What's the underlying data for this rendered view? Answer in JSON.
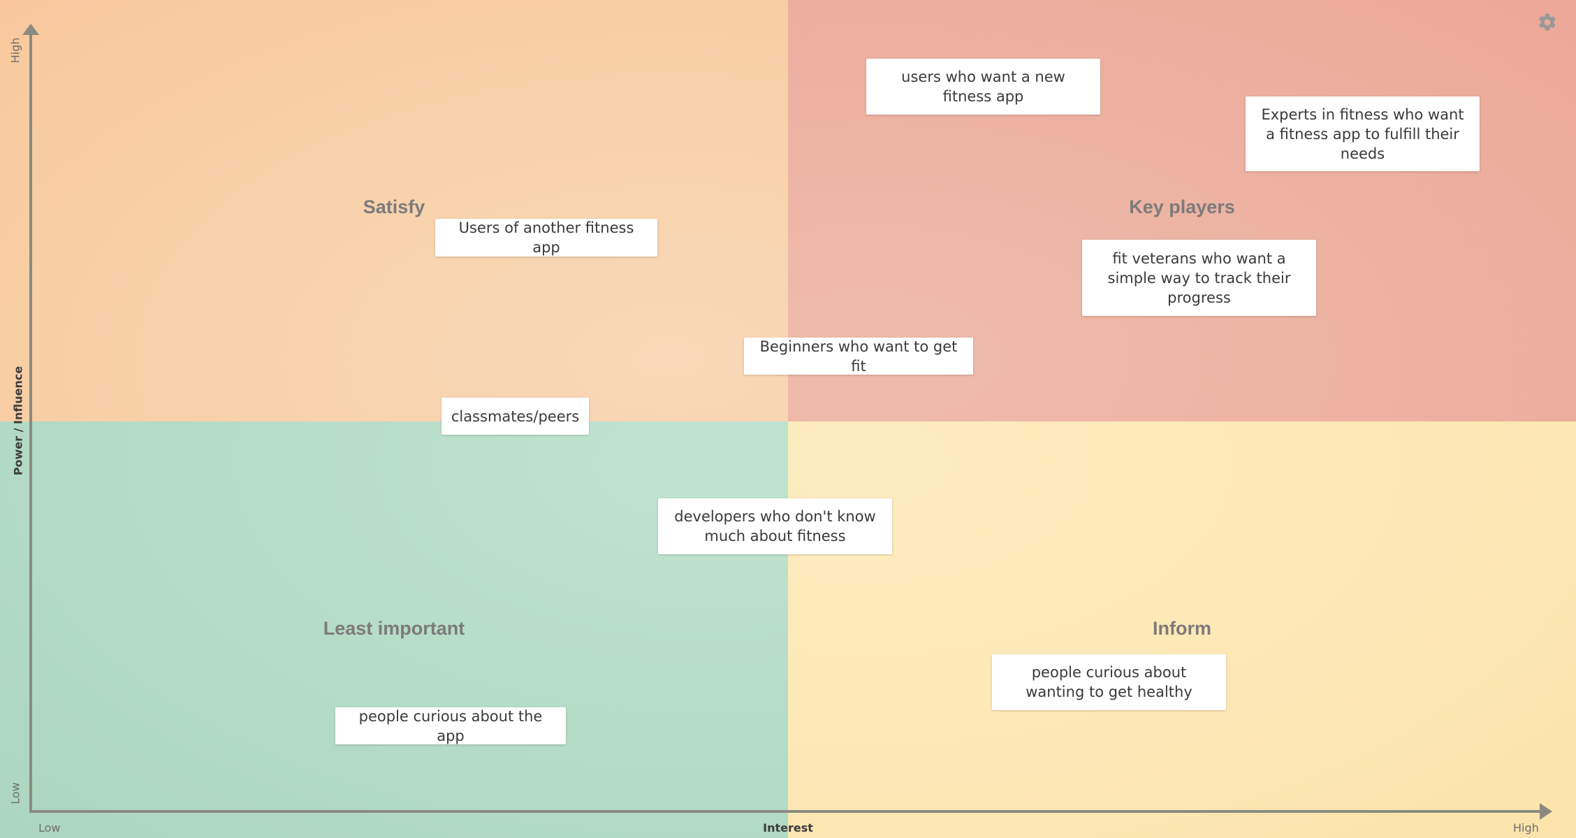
{
  "quadrants": {
    "satisfy": "Satisfy",
    "key_players": "Key players",
    "least_important": "Least important",
    "inform": "Inform"
  },
  "axes": {
    "y_title": "Power / Influence",
    "y_high": "High",
    "y_low": "Low",
    "x_title": "Interest",
    "x_low": "Low",
    "x_high": "High"
  },
  "stickies": [
    "users who want a new fitness app",
    "Experts in fitness who want a fitness app to fulfill their needs",
    "Users of another fitness app",
    "fit veterans who want a simple way to track their progress",
    "Beginners who want to get fit",
    "classmates/peers",
    "developers who don't know much about fitness",
    "people curious about wanting to get healthy",
    "people curious about the app"
  ],
  "icons": {
    "settings": "gear-icon"
  },
  "colors": {
    "satisfy": "#f8cfa6",
    "key_players": "#edb3a3",
    "least_important": "#b5dcc7",
    "inform": "#fde7b4",
    "axis": "#8a8a80"
  }
}
